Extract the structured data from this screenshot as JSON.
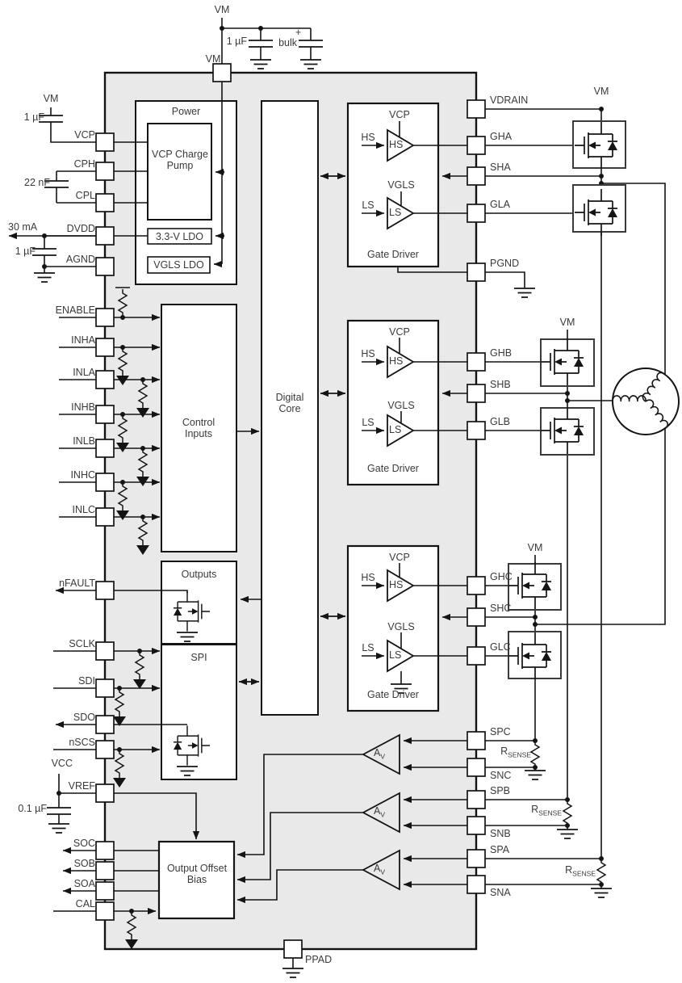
{
  "pins": {
    "top": [
      "VM"
    ],
    "bottom": [
      "PPAD"
    ],
    "left": [
      "VCP",
      "CPH",
      "CPL",
      "DVDD",
      "AGND",
      "ENABLE",
      "INHA",
      "INLA",
      "INHB",
      "INLB",
      "INHC",
      "INLC",
      "nFAULT",
      "SCLK",
      "SDI",
      "SDO",
      "nSCS",
      "VREF",
      "SOC",
      "SOB",
      "SOA",
      "CAL"
    ],
    "right": [
      "VDRAIN",
      "GHA",
      "SHA",
      "GLA",
      "PGND",
      "GHB",
      "SHB",
      "GLB",
      "GHC",
      "SHC",
      "GLC",
      "SPC",
      "SNC",
      "SPB",
      "SNB",
      "SPA",
      "SNA"
    ]
  },
  "blocks": {
    "power": "Power",
    "charge_pump": "VCP Charge Pump",
    "ldo_33": "3.3-V LDO",
    "ldo_vgls": "VGLS LDO",
    "control_inputs": "Control Inputs",
    "digital_core": "Digital Core",
    "outputs": "Outputs",
    "spi": "SPI",
    "output_offset_bias": "Output Offset Bias",
    "gate_driver": "Gate Driver"
  },
  "gate_driver": {
    "vcp": "VCP",
    "vgls": "VGLS",
    "hs": "HS",
    "ls": "LS"
  },
  "labels": {
    "vm": "VM",
    "cap_1uf": "1 µF",
    "cap_bulk": "bulk",
    "bulk_plus": "+",
    "cap_22nf": "22 nF",
    "dvdd_current": "30 mA",
    "vcc": "VCC",
    "cap_01uf": "0.1 µF",
    "rsense_r": "R",
    "rsense_sub": "SENSE",
    "amp_gain": "A",
    "amp_gain_sub": "V"
  }
}
